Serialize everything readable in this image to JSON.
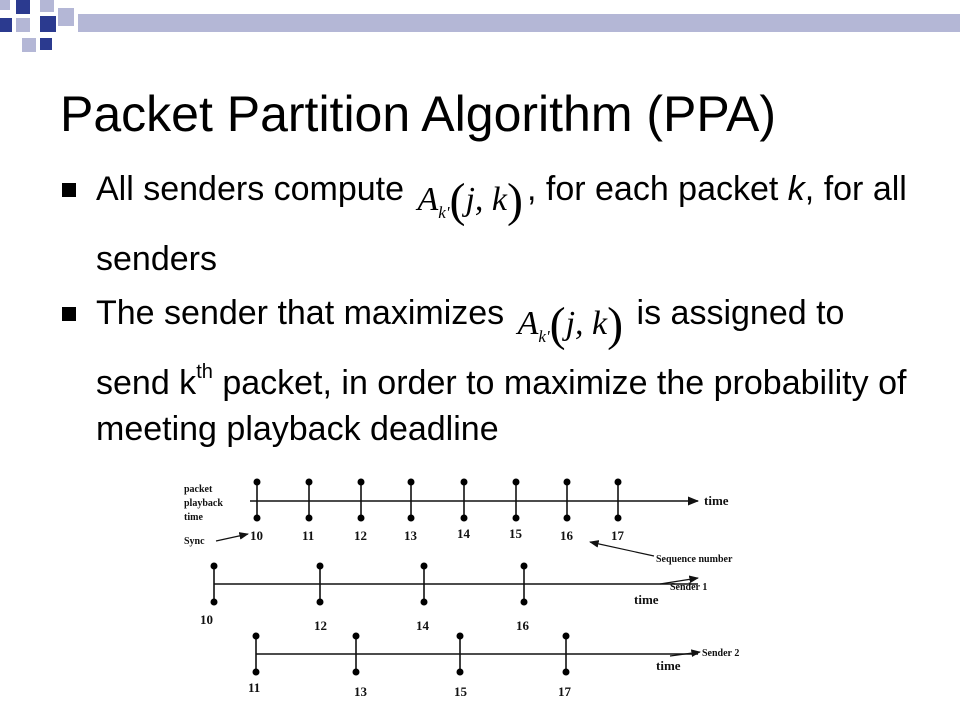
{
  "slide": {
    "title": "Packet Partition Algorithm (PPA)",
    "bullets": [
      {
        "pre": "All senders compute",
        "post": ", for each packet ",
        "italic_k": "k",
        "tail": ", for all senders"
      },
      {
        "pre": "The sender that maximizes",
        "post": " is assigned to send k",
        "sup": "th",
        "tail": " packet, in order to maximize the probability of meeting playback deadline"
      }
    ],
    "formula": {
      "A": "A",
      "sub": "k'",
      "args": "j, k"
    }
  },
  "diagram": {
    "label_packet": "packet",
    "label_playback": "playback",
    "label_time_word": "time",
    "label_sync": "Sync",
    "sync_numbers": [
      "10",
      "11",
      "12",
      "13",
      "14",
      "15",
      "16",
      "17"
    ],
    "axis_time": "time",
    "sequence_label": "Sequence number",
    "sender1": {
      "label": "Sender 1",
      "time": "time",
      "numbers": [
        "10",
        "12",
        "14",
        "16"
      ]
    },
    "sender2": {
      "label": "Sender 2",
      "time": "time",
      "numbers": [
        "11",
        "13",
        "15",
        "17"
      ]
    }
  },
  "colors": {
    "accent": "#b4b7d6",
    "accent_dark": "#2b3a8f"
  }
}
